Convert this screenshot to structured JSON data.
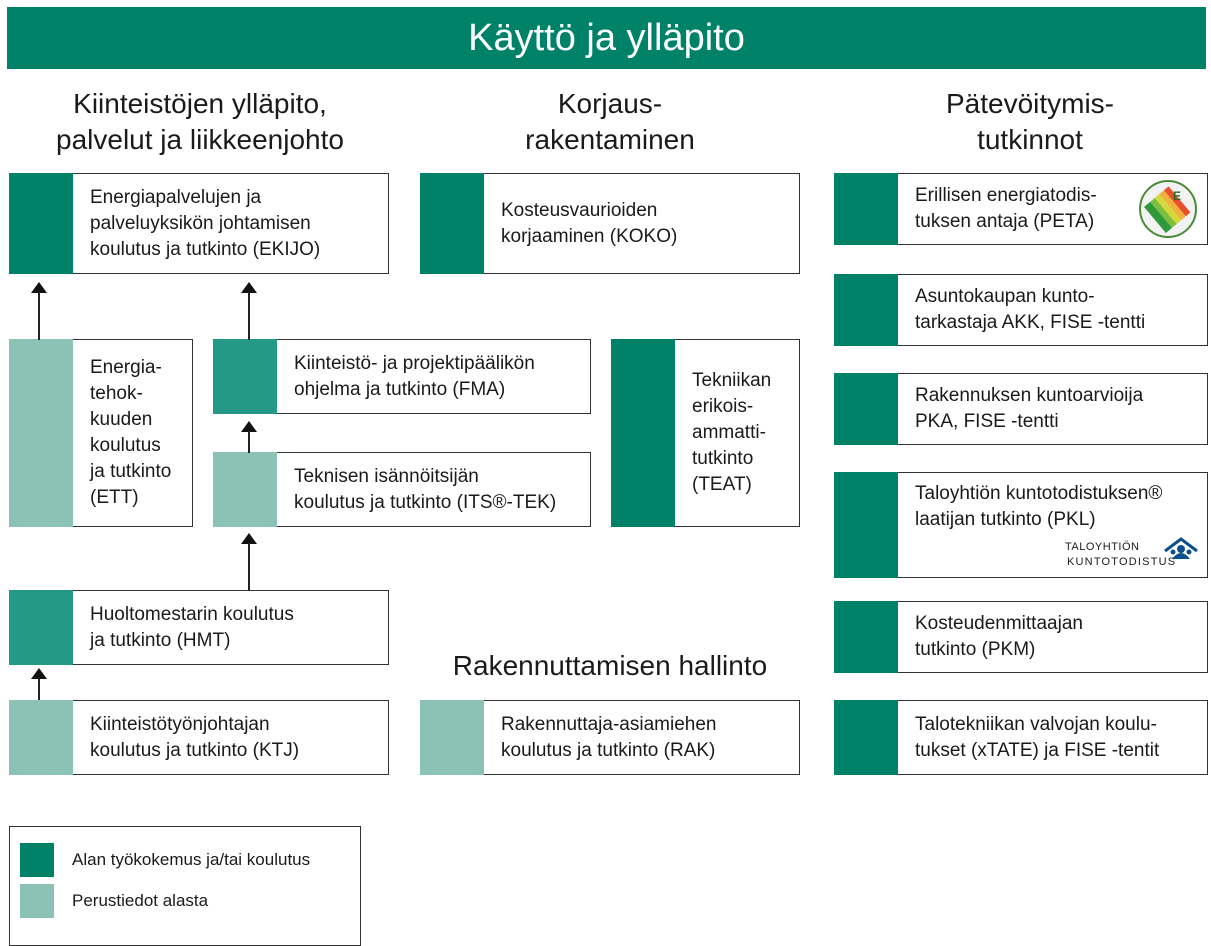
{
  "title": "Käyttö ja ylläpito",
  "colors": {
    "dark": "#008268",
    "medium": "#249a86",
    "light": "#8cc1b5",
    "banner": "#008268"
  },
  "headings": {
    "col1": "Kiinteistöjen ylläpito,\npalvelut ja liikkeenjohto",
    "col2": "Korjaus-\nrakentaminen",
    "col3": "Pätevöitymis-\ntutkinnot",
    "rak": "Rakennuttamisen hallinto"
  },
  "boxes": {
    "ekijo": "Energiapalvelujen ja\npalveluyksikön johtamisen\nkoulutus ja tutkinto (EKIJO)",
    "ett": "Energia-\ntehok-\nkuuden\nkoulutus\nja tutkinto\n(ETT)",
    "fma": "Kiinteistö- ja projektipäälikön\nohjelma ja tutkinto (FMA)",
    "its": "Teknisen isännöitsijän\nkoulutus ja tutkinto (ITS®-TEK)",
    "hmt": "Huoltomestarin koulutus\nja tutkinto (HMT)",
    "ktj": "Kiinteistötyönjohtajan\nkoulutus ja tutkinto (KTJ)",
    "koko": "Kosteusvaurioiden\nkorjaaminen (KOKO)",
    "teat": "Tekniikan\nerikois-\nammatti-\ntutkinto\n(TEAT)",
    "rak": "Rakennuttaja-asiamiehen\nkoulutus ja tutkinto (RAK)",
    "peta": "Erillisen energiatodis-\ntuksen antaja (PETA)",
    "akk": "Asuntokaupan kunto-\ntarkastaja AKK, FISE -tentti",
    "pka": "Rakennuksen kuntoarvioija\nPKA, FISE -tentti",
    "pkl": "Taloyhtiön kuntotodistuksen®\nlaatijan tutkinto (PKL)",
    "pkm": "Kosteudenmittaajan\ntutkinto (PKM)",
    "xtate": "Talotekniikan valvojan koulu-\ntukset (xTATE) ja FISE -tentit"
  },
  "logo": {
    "line1": "TALOYHTIÖN",
    "line2": "KUNTOTODISTUS",
    "icon": "house-people-icon"
  },
  "legend": {
    "dark": "Alan työkokemus ja/tai koulutus",
    "light": "Perustiedot alasta"
  }
}
